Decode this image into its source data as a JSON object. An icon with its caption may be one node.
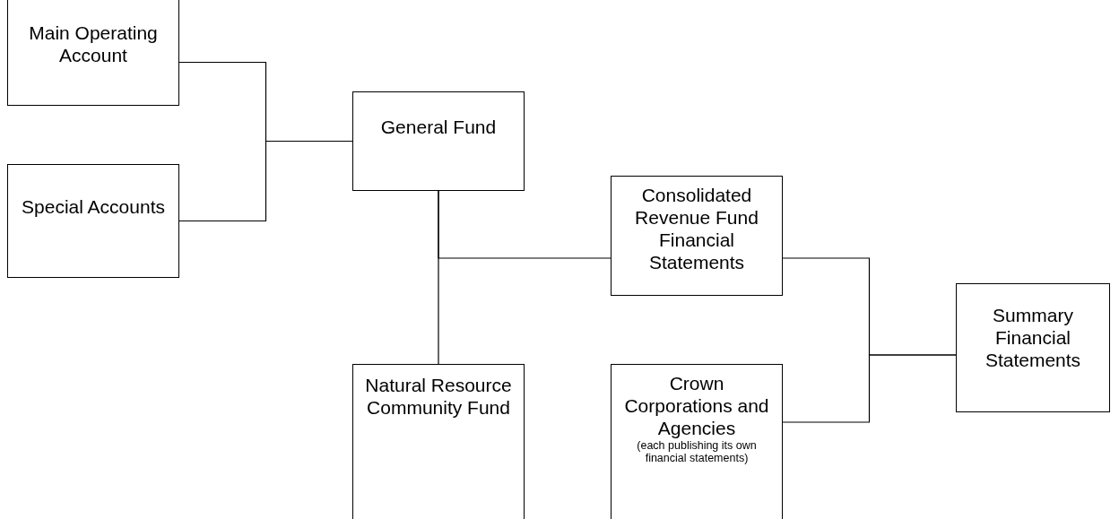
{
  "diagram": {
    "nodes": [
      {
        "text": [
          "Main Operating Account"
        ]
      },
      {
        "text": [
          "Special Accounts"
        ]
      },
      {
        "text": [
          "General Fund"
        ]
      },
      {
        "text": [
          "Consolidated Revenue Fund Financial Statements"
        ]
      },
      {
        "text": [
          "Summary Financial Statements"
        ]
      },
      {
        "text": [
          "Natural Resource Community Fund"
        ]
      },
      {
        "text": [
          "Crown Corporations and Agencies",
          "(each publishing its own financial statements)"
        ]
      }
    ],
    "edges": [
      {
        "from": 0,
        "to": 2,
        "arrow": "none"
      },
      {
        "from": 1,
        "to": 2,
        "arrow": "none"
      },
      {
        "from": 2,
        "to": 3,
        "arrow": "none"
      },
      {
        "from": 2,
        "to": 5,
        "arrow": "none"
      },
      {
        "from": 3,
        "to": 4,
        "arrow": "none"
      },
      {
        "from": 6,
        "to": 4,
        "arrow": "none"
      }
    ]
  }
}
